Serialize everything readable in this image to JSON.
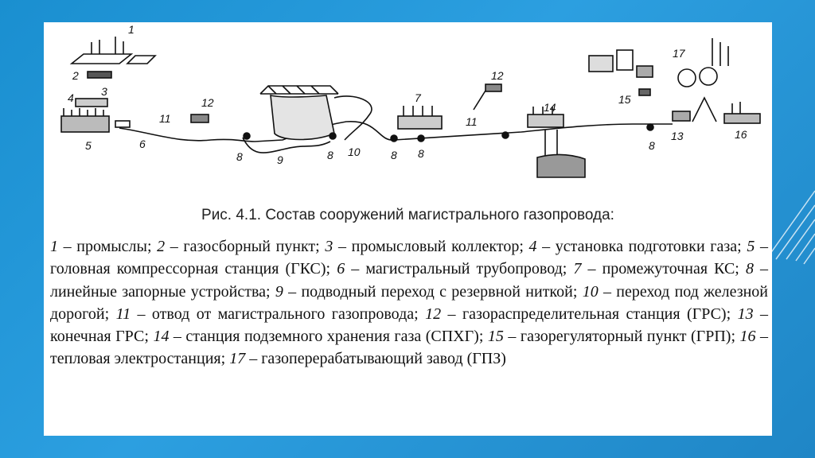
{
  "figure": {
    "labels": {
      "n1": "1",
      "n2": "2",
      "n3": "3",
      "n4": "4",
      "n5": "5",
      "n6": "6",
      "n7": "7",
      "n8a": "8",
      "n8b": "8",
      "n8c": "8",
      "n8d": "8",
      "n8e": "8",
      "n9": "9",
      "n10": "10",
      "n11a": "11",
      "n11b": "11",
      "n12a": "12",
      "n12b": "12",
      "n13": "13",
      "n14": "14",
      "n15": "15",
      "n16": "16",
      "n17": "17"
    }
  },
  "caption": "Рис. 4.1. Состав сооружений магистрального газопровода:",
  "legend": [
    {
      "num": "1",
      "text": " – промыслы; "
    },
    {
      "num": "2",
      "text": " – газосборный пункт; "
    },
    {
      "num": "3",
      "text": " – промысловый коллектор; "
    },
    {
      "num": "4",
      "text": " – установка подготовки газа; "
    },
    {
      "num": "5",
      "text": " – головная компрессорная станция (ГКС); "
    },
    {
      "num": "6",
      "text": " – магистральный трубопровод; "
    },
    {
      "num": "7",
      "text": " – промежуточная КС; "
    },
    {
      "num": "8",
      "text": " – линейные запорные устройства; "
    },
    {
      "num": "9",
      "text": " – подводный переход с резервной ниткой; "
    },
    {
      "num": "10",
      "text": " – переход под железной дорогой; "
    },
    {
      "num": "11",
      "text": " – отвод от магистрального газопровода; "
    },
    {
      "num": "12",
      "text": " – газораспределительная станция (ГРС); "
    },
    {
      "num": "13",
      "text": " – конечная ГРС; "
    },
    {
      "num": "14",
      "text": " – станция подземного хранения газа (СПХГ); "
    },
    {
      "num": "15",
      "text": " – газорегуляторный пункт (ГРП); "
    },
    {
      "num": "16",
      "text": " – тепловая электростанция; "
    },
    {
      "num": "17",
      "text": " – газоперерабатывающий завод (ГПЗ)"
    }
  ]
}
